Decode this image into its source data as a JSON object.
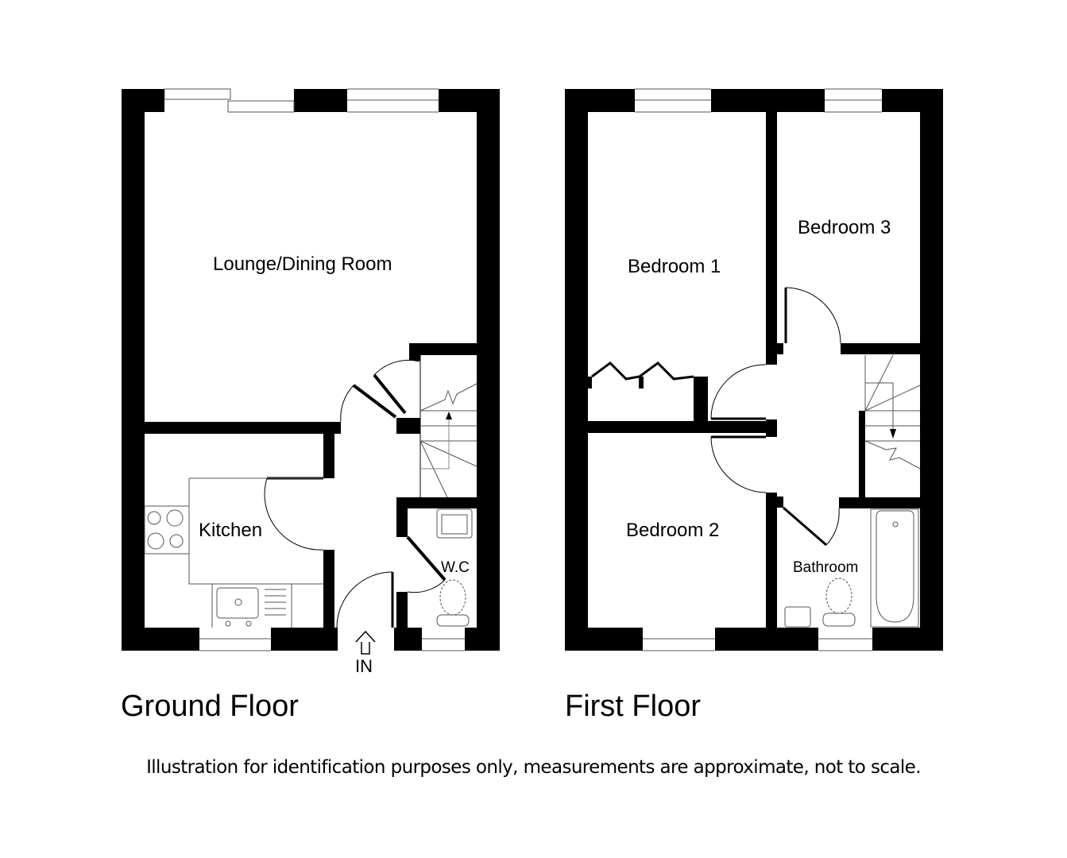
{
  "ground_floor": {
    "title": "Ground Floor",
    "rooms": {
      "lounge": "Lounge/Dining Room",
      "kitchen": "Kitchen",
      "wc": "W.C"
    },
    "entrance_label": "IN"
  },
  "first_floor": {
    "title": "First Floor",
    "rooms": {
      "bedroom1": "Bedroom 1",
      "bedroom2": "Bedroom 2",
      "bedroom3": "Bedroom 3",
      "bathroom": "Bathroom"
    }
  },
  "disclaimer": "Illustration for identification purposes only, measurements are approximate, not to scale.",
  "colors": {
    "wall": "#000000",
    "background": "#ffffff",
    "fixture_line": "#555555"
  }
}
